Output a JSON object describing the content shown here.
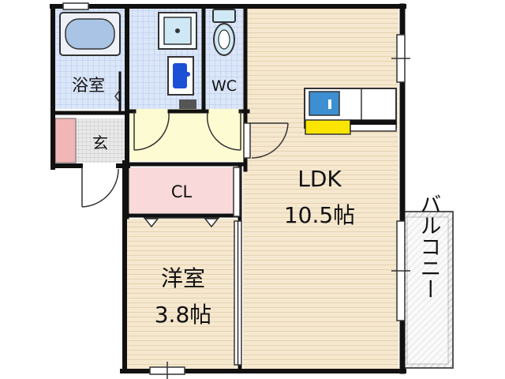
{
  "rooms": {
    "bath": "浴室",
    "wc": "WC",
    "entrance": "玄",
    "closet": "CL",
    "ldk_name": "LDK",
    "ldk_size": "10.5帖",
    "western_name": "洋室",
    "western_size": "3.8帖",
    "balcony": "バルコニー"
  },
  "colors": {
    "wall": "#111111",
    "wood_floor": "#f5e8cf",
    "tile_blue": "#dbe6f8",
    "hall_yellow": "#fdfbd2",
    "closet_pink": "#f9d9d9",
    "entrance_pink": "#f3b6b6",
    "sink_blue": "#3d8fd1",
    "stove_yellow": "#fbe500",
    "toilet_cyan": "#cfe8f5",
    "washer_blue": "#1a4fd6"
  }
}
